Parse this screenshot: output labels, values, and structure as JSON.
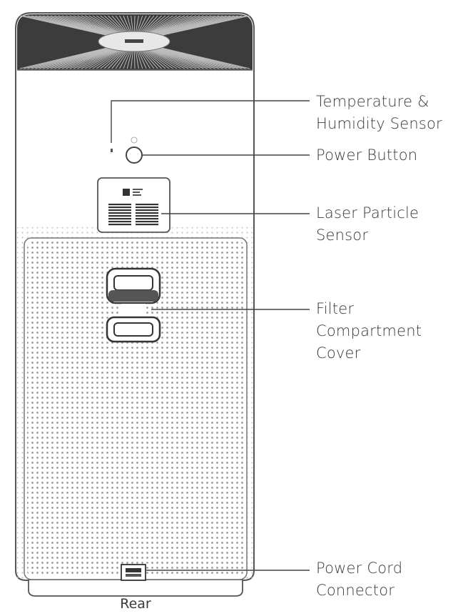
{
  "callouts": [
    {
      "id": "temp-humidity-sensor",
      "lines": [
        "Temperature &",
        "Humidity Sensor"
      ]
    },
    {
      "id": "power-button",
      "lines": [
        "Power Button"
      ]
    },
    {
      "id": "laser-particle-sensor",
      "lines": [
        "Laser Particle",
        "Sensor"
      ]
    },
    {
      "id": "filter-compartment-cover",
      "lines": [
        "Filter",
        "Compartment",
        "Cover"
      ]
    },
    {
      "id": "power-cord-connector",
      "lines": [
        "Power Cord",
        "Connector"
      ]
    }
  ],
  "caption": "Rear"
}
